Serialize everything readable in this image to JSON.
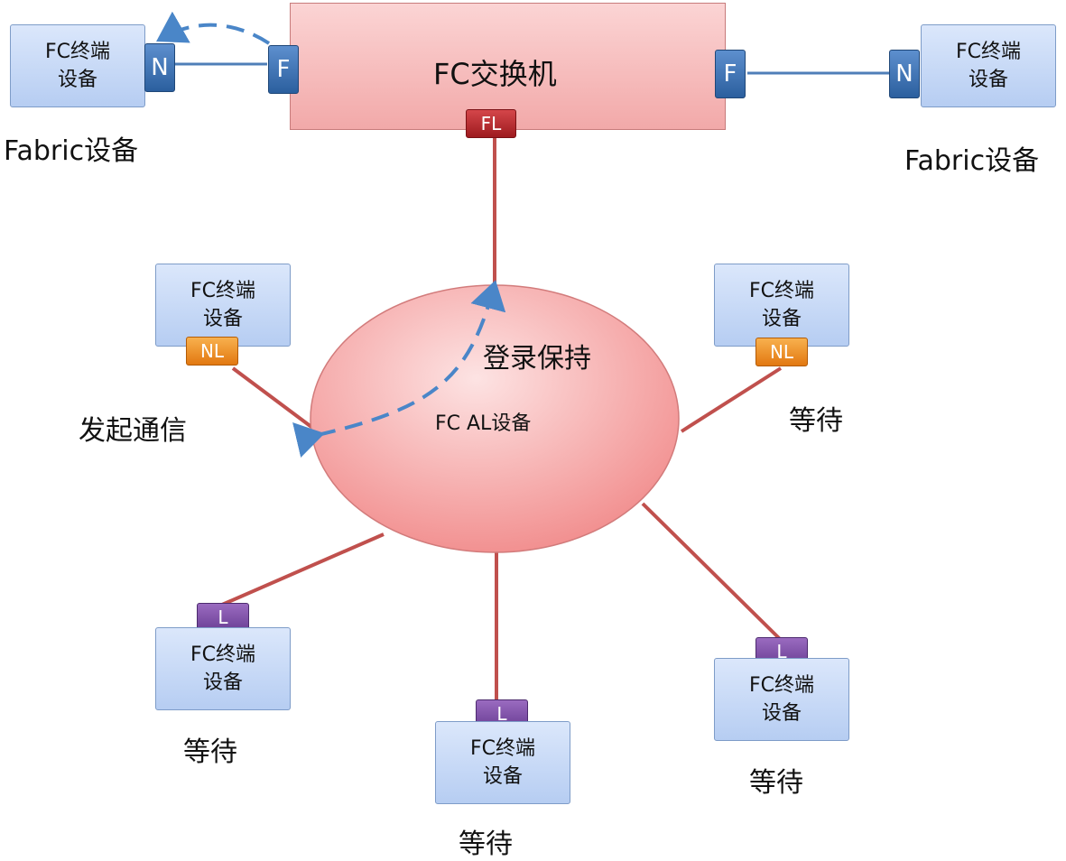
{
  "switch": {
    "label": "FC交换机"
  },
  "ports": {
    "n": "N",
    "f": "F",
    "fl": "FL",
    "nl": "NL",
    "l": "L"
  },
  "devices": [
    {
      "id": "fabric-left",
      "line1": "FC终端",
      "line2": "设备"
    },
    {
      "id": "fabric-right",
      "line1": "FC终端",
      "line2": "设备"
    },
    {
      "id": "loop-upper-left",
      "line1": "FC终端",
      "line2": "设备"
    },
    {
      "id": "loop-upper-right",
      "line1": "FC终端",
      "line2": "设备"
    },
    {
      "id": "loop-lower-left",
      "line1": "FC终端",
      "line2": "设备"
    },
    {
      "id": "loop-bottom",
      "line1": "FC终端",
      "line2": "设备"
    },
    {
      "id": "loop-lower-right",
      "line1": "FC终端",
      "line2": "设备"
    }
  ],
  "labels": {
    "fabric_left": "Fabric设备",
    "fabric_right": "Fabric设备",
    "initiate": "发起通信",
    "wait_upper_right": "等待",
    "wait_lower_left": "等待",
    "wait_bottom": "等待",
    "wait_lower_right": "等待",
    "login_hold": "登录保持",
    "loop_name": "FC AL设备"
  },
  "colors": {
    "switch_fill": "#f5b3b3",
    "loop_fill": "#f39c9c",
    "device_fill": "#c6d9f7",
    "link_red": "#c0504d",
    "link_blue": "#4f7fb8",
    "dashed_arrow": "#4a86c8"
  }
}
